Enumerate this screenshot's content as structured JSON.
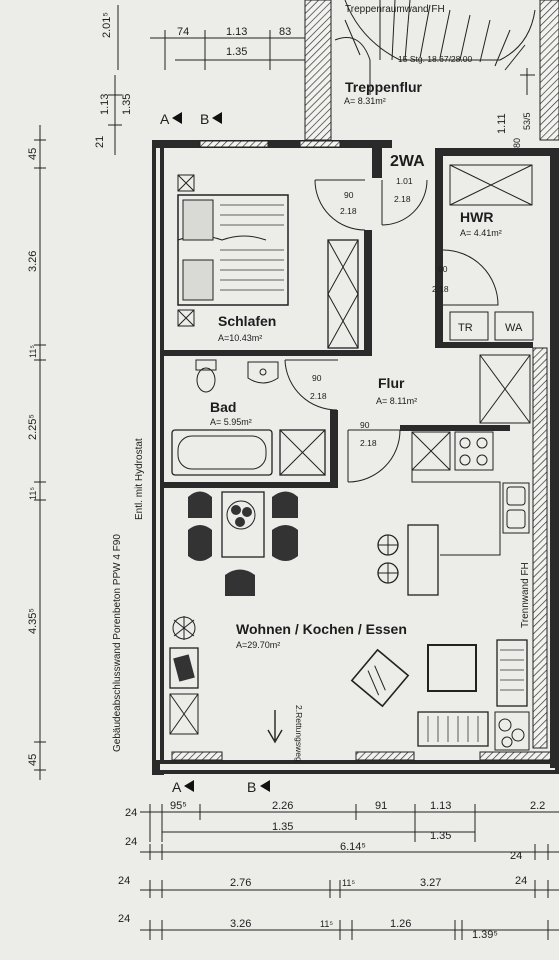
{
  "rooms": {
    "schlafen": {
      "name": "Schlafen",
      "area": "A=10.43m²"
    },
    "bad": {
      "name": "Bad",
      "area": "A= 5.95m²"
    },
    "flur": {
      "name": "Flur",
      "area": "A= 8.11m²"
    },
    "hwr": {
      "name": "HWR",
      "area": "A= 4.41m²"
    },
    "wohnen": {
      "name": "Wohnen / Kochen / Essen",
      "area": "A=29.70m²"
    },
    "treppenflur": {
      "name": "Treppenflur",
      "area": "A= 8.31m²"
    }
  },
  "unit_label": "2WA",
  "stair_label": "Treppenraumwand FH",
  "stair_note": "15 Stg. 18.67/28.00",
  "tr_label": "TR",
  "wa_label": "WA",
  "trennwand_label": "Trennwand FH",
  "wall_note": "Gebäudeabschlusswand  Porenbeton PPW 4 F90",
  "vent_note": "Entl. mit Hydrostat",
  "rettungsweg": "2.Rettungsweg",
  "section_a": "A",
  "section_b": "B",
  "doors": [
    {
      "w": "90",
      "h": "2.18"
    },
    {
      "w": "1.01",
      "h": "2.18"
    },
    {
      "w": "90",
      "h": "2.18"
    },
    {
      "w": "90",
      "h": "2.18"
    },
    {
      "w": "90",
      "h": "2.18"
    }
  ],
  "dims_top": [
    "74",
    "1.13",
    "83",
    "1.35",
    "2.01⁵"
  ],
  "dims_left": [
    "45",
    "3.26",
    "11⁵",
    "2.25⁵",
    "11⁵",
    "4.35⁵",
    "45"
  ],
  "dims_left_top": [
    "1.13",
    "1.35",
    "21"
  ],
  "dims_right": [
    "1.11",
    "80",
    "53/5"
  ],
  "dims_bottom": {
    "row1": [
      "24",
      "95⁵",
      "2.26",
      "91",
      "1.13",
      "2.2"
    ],
    "row1_sub": [
      "1.35",
      "1.35"
    ],
    "row2": [
      "24",
      "6.14⁵",
      "24"
    ],
    "row3": [
      "24",
      "2.76",
      "11⁵",
      "3.27",
      "24"
    ],
    "row4": [
      "24",
      "3.26",
      "11⁵",
      "1.26",
      "1.39⁵"
    ]
  }
}
